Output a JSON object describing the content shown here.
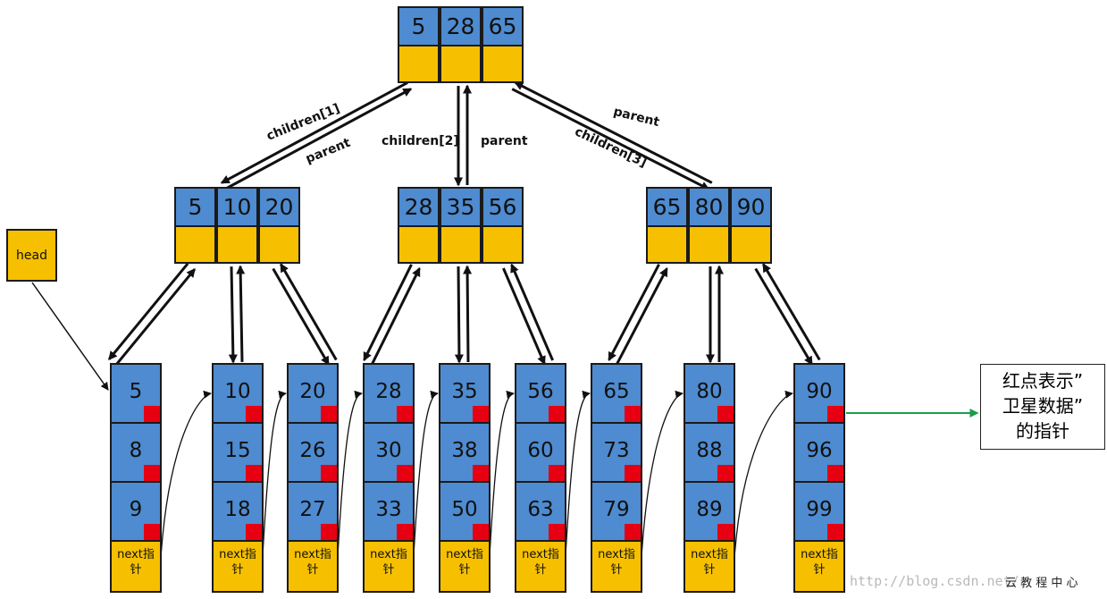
{
  "root": {
    "keys": [
      "5",
      "28",
      "65"
    ]
  },
  "internal": [
    {
      "keys": [
        "5",
        "10",
        "20"
      ]
    },
    {
      "keys": [
        "28",
        "35",
        "56"
      ]
    },
    {
      "keys": [
        "65",
        "80",
        "90"
      ]
    }
  ],
  "leaves": [
    {
      "keys": [
        "5",
        "8",
        "9"
      ]
    },
    {
      "keys": [
        "10",
        "15",
        "18"
      ]
    },
    {
      "keys": [
        "20",
        "26",
        "27"
      ]
    },
    {
      "keys": [
        "28",
        "30",
        "33"
      ]
    },
    {
      "keys": [
        "35",
        "38",
        "50"
      ]
    },
    {
      "keys": [
        "56",
        "60",
        "63"
      ]
    },
    {
      "keys": [
        "65",
        "73",
        "79"
      ]
    },
    {
      "keys": [
        "80",
        "88",
        "89"
      ]
    },
    {
      "keys": [
        "90",
        "96",
        "99"
      ]
    }
  ],
  "leaf_pointer_label": "next指针",
  "head_label": "head",
  "edge_labels": {
    "children1": "children[1]",
    "parent1": "parent",
    "children2": "children[2]",
    "parent2": "parent",
    "children3": "children[3]",
    "parent3": "parent"
  },
  "note": "红点表示”\n卫星数据”\n的指针",
  "watermark": "http://blog.csdn.net/",
  "logo": "云 教 程 中 心",
  "colors": {
    "key": "#4e8bd0",
    "pointer": "#f6c000",
    "satellite_dot": "#e60012",
    "note_arrow": "#1a9e4a"
  }
}
